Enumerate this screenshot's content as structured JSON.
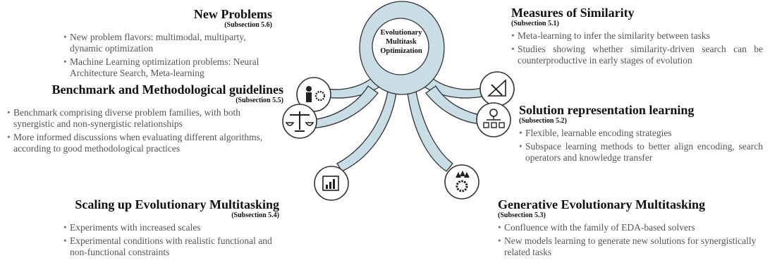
{
  "center": {
    "line1": "Evolutionary",
    "line2": "Multitask",
    "line3": "Optimization"
  },
  "colors": {
    "octopus_fill": "#c8dde6",
    "octopus_stroke": "#333333",
    "title": "#111111",
    "body": "#555555"
  },
  "icons": {
    "new_problems": "person-gear-icon",
    "benchmark": "balance-scale-icon",
    "scaling": "bar-chart-icon",
    "similarity": "ruler-triangle-icon",
    "representation": "hierarchy-icon",
    "generative": "gears-arrows-icon"
  },
  "sections": {
    "new_problems": {
      "title": "New Problems",
      "subsection": "(Subsection 5.6)",
      "items": [
        "New problem flavors: multimodal, multiparty, dynamic optimization",
        "Machine Learning optimization problems: Neural Architecture Search, Meta-learning"
      ]
    },
    "benchmark": {
      "title": "Benchmark and Methodological guidelines",
      "subsection": "(Subsection 5.5)",
      "items": [
        "Benchmark comprising diverse problem families, with both synergistic and non-synergistic relationships",
        "More informed discussions when evaluating different algorithms, according to good methodological practices"
      ]
    },
    "scaling": {
      "title": "Scaling up Evolutionary Multitasking",
      "subsection": "(Subsection 5.4)",
      "items": [
        "Experiments with increased scales",
        "Experimental conditions with realistic functional and non-functional constraints"
      ]
    },
    "similarity": {
      "title": "Measures of Similarity",
      "subsection": "(Subsection 5.1)",
      "items": [
        "Meta-learning to infer the similarity between tasks",
        "Studies showing whether similarity-driven search can be counterproductive in early stages of evolution"
      ]
    },
    "representation": {
      "title": "Solution representation learning",
      "subsection": "(Subsection 5.2)",
      "items": [
        "Flexible, learnable encoding strategies",
        "Subspace learning methods to better align encoding, search operators and knowledge transfer"
      ]
    },
    "generative": {
      "title": "Generative Evolutionary Multitasking",
      "subsection": "(Subsection 5.3)",
      "items": [
        "Confluence with the family of EDA-based solvers",
        "New models learning to generate new solutions for synergistically related tasks"
      ]
    }
  }
}
